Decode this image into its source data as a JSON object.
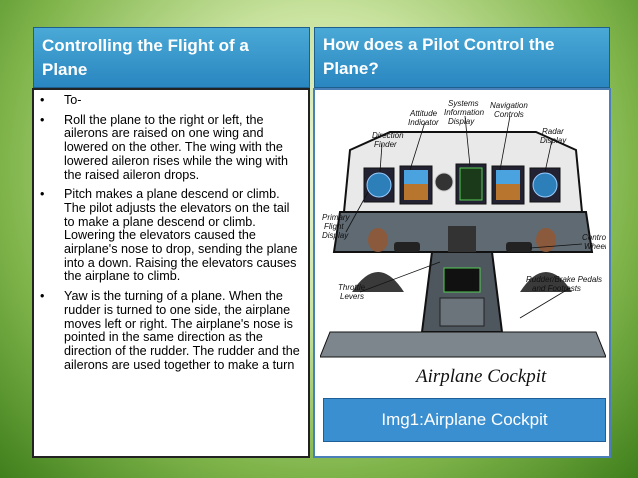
{
  "left": {
    "title_line1": "Controlling the Flight of a",
    "title_line2": "Plane",
    "bullets": [
      "To-",
      " Roll the plane to the right or left, the ailerons are raised on one wing and lowered on the other. The wing with the lowered aileron rises while the wing with the raised aileron drops.",
      "Pitch makes a plane descend or climb. The pilot adjusts the elevators on the tail to make a plane descend or climb. Lowering the elevators caused the airplane's nose to drop, sending the plane into a down. Raising the elevators causes the airplane to climb.",
      "Yaw is the turning of a plane. When the rudder is turned to one side, the airplane moves left or right. The airplane's nose is pointed in the same direction as the direction of the rudder. The rudder and the ailerons are used together to make a turn"
    ]
  },
  "right": {
    "title_line1": "How does a Pilot Control the",
    "title_line2": "Plane?",
    "caption": "Img1:Airplane Cockpit"
  },
  "diagram": {
    "labels": {
      "systems_info": [
        "Systems",
        "Information",
        "Display"
      ],
      "nav_controls": [
        "Navigation",
        "Controls"
      ],
      "attitude": [
        "Attitude",
        "Indicator"
      ],
      "direction_finder": [
        "Direction",
        "Finder"
      ],
      "radar": [
        "Radar",
        "Display"
      ],
      "pfd": [
        "Primary",
        "Flight",
        "Display"
      ],
      "control_wheel": [
        "Control",
        "Wheel"
      ],
      "throttle": [
        "Throttle",
        "Levers"
      ],
      "rudder": [
        "Rudder/Brake Pedals",
        "and Footrests"
      ],
      "title": "Airplane Cockpit"
    }
  }
}
